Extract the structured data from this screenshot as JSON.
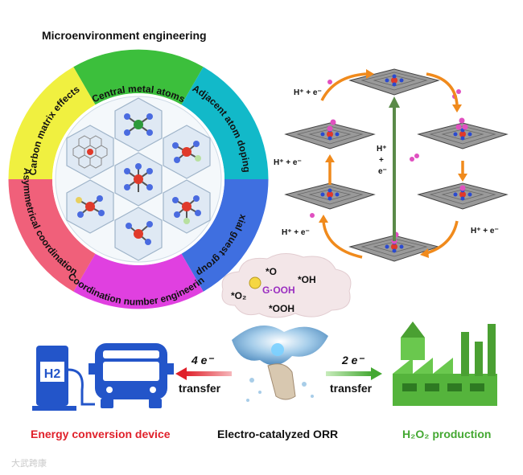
{
  "wheel": {
    "title": "Microenvironment engineering",
    "segments": [
      {
        "label": "Central metal atoms",
        "color": "#3cbf3c"
      },
      {
        "label": "Adjacent atom doping",
        "color": "#12b9c9"
      },
      {
        "label": "Axial guest groups",
        "color": "#3f6fe0"
      },
      {
        "label": "Coordination number engineering",
        "color": "#e040e0"
      },
      {
        "label": "Asymmetrical coordination",
        "color": "#f0607a"
      },
      {
        "label": "Carbon matrix effects",
        "color": "#f0f040"
      }
    ]
  },
  "cycle": {
    "proton_electron": "H⁺ + e⁻",
    "center_h": "H⁺",
    "center_plus": "+",
    "center_e": "e⁻"
  },
  "cloud": {
    "species": [
      "*O",
      "*OH",
      "*O₂",
      "*OOH",
      "G·OOH"
    ]
  },
  "bottom": {
    "left_electrons": "4 e⁻",
    "right_electrons": "2 e⁻",
    "transfer": "transfer",
    "h2_sign": "H2",
    "left_caption": "Energy conversion device",
    "center_caption": "Electro-catalyzed ORR",
    "right_caption": "H₂O₂ production"
  },
  "watermark": "大武跨康"
}
